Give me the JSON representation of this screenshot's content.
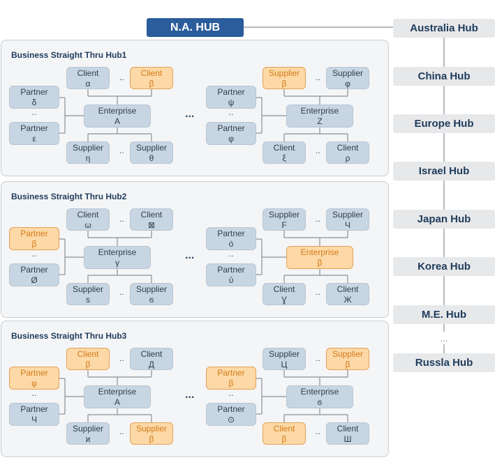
{
  "na_hub": "N.A. HUB",
  "right_hubs": [
    "Australia Hub",
    "China Hub",
    "Europe Hub",
    "Israel Hub",
    "Japan Hub",
    "Korea Hub",
    "M.E. Hub",
    "Russla Hub"
  ],
  "right_ellipsis": "...",
  "panels": [
    {
      "title": "Business Straight Thru Hub1",
      "left": {
        "top": [
          {
            "role": "Client",
            "name": "α",
            "hl": false
          },
          {
            "role": "Client",
            "name": "β",
            "hl": true
          }
        ],
        "side": [
          {
            "role": "Partner",
            "name": "δ",
            "hl": false
          },
          {
            "role": "Partner",
            "name": "ε",
            "hl": false
          }
        ],
        "center": {
          "role": "Enterprise",
          "name": "A",
          "hl": false
        },
        "bottom": [
          {
            "role": "Supplier",
            "name": "η",
            "hl": false
          },
          {
            "role": "Supplier",
            "name": "θ",
            "hl": false
          }
        ]
      },
      "right": {
        "top": [
          {
            "role": "Supplier",
            "name": "β",
            "hl": true
          },
          {
            "role": "Supplier",
            "name": "φ",
            "hl": false
          }
        ],
        "side": [
          {
            "role": "Partner",
            "name": "ψ",
            "hl": false
          },
          {
            "role": "Partner",
            "name": "φ",
            "hl": false
          }
        ],
        "center": {
          "role": "Enterprise",
          "name": "Z",
          "hl": false
        },
        "bottom": [
          {
            "role": "Client",
            "name": "ξ",
            "hl": false
          },
          {
            "role": "Client",
            "name": "ρ",
            "hl": false
          }
        ]
      }
    },
    {
      "title": "Business Straight Thru Hub2",
      "left": {
        "top": [
          {
            "role": "Client",
            "name": "ω",
            "hl": false
          },
          {
            "role": "Client",
            "name": "⊠",
            "hl": false
          }
        ],
        "side": [
          {
            "role": "Partner",
            "name": "β",
            "hl": true
          },
          {
            "role": "Partner",
            "name": "Ø",
            "hl": false
          }
        ],
        "center": {
          "role": "Enterprise",
          "name": "γ",
          "hl": false
        },
        "bottom": [
          {
            "role": "Supplier",
            "name": "s",
            "hl": false
          },
          {
            "role": "Supplier",
            "name": "ϭ",
            "hl": false
          }
        ]
      },
      "right": {
        "top": [
          {
            "role": "Supplier",
            "name": "F",
            "hl": false
          },
          {
            "role": "Supplier",
            "name": "Ч",
            "hl": false
          }
        ],
        "side": [
          {
            "role": "Partner",
            "name": "ó",
            "hl": false
          },
          {
            "role": "Partner",
            "name": "ύ",
            "hl": false
          }
        ],
        "center": {
          "role": "Enterprise",
          "name": "β",
          "hl": true
        },
        "bottom": [
          {
            "role": "Client",
            "name": "Ɣ",
            "hl": false
          },
          {
            "role": "Client",
            "name": "Ж",
            "hl": false
          }
        ]
      }
    },
    {
      "title": "Business Straight Thru Hub3",
      "left": {
        "top": [
          {
            "role": "Client",
            "name": "β",
            "hl": true
          },
          {
            "role": "Client",
            "name": "Д",
            "hl": false
          }
        ],
        "side": [
          {
            "role": "Partner",
            "name": "φ",
            "hl": true
          },
          {
            "role": "Partner",
            "name": "Ч",
            "hl": false
          }
        ],
        "center": {
          "role": "Enterprise",
          "name": "A",
          "hl": false
        },
        "bottom": [
          {
            "role": "Supplier",
            "name": "ϰ",
            "hl": false
          },
          {
            "role": "Supplier",
            "name": "β",
            "hl": true
          }
        ]
      },
      "right": {
        "top": [
          {
            "role": "Supplier",
            "name": "Ц",
            "hl": false
          },
          {
            "role": "Supplier",
            "name": "β",
            "hl": true
          }
        ],
        "side": [
          {
            "role": "Partner",
            "name": "β",
            "hl": true
          },
          {
            "role": "Partner",
            "name": "⊙",
            "hl": false
          }
        ],
        "center": {
          "role": "Enterprise",
          "name": "ϭ",
          "hl": false
        },
        "bottom": [
          {
            "role": "Client",
            "name": "β",
            "hl": true
          },
          {
            "role": "Client",
            "name": "Ш",
            "hl": false
          }
        ]
      }
    }
  ],
  "between_ellipsis": "...",
  "pair_separator": "..",
  "vertical_separator": ".."
}
